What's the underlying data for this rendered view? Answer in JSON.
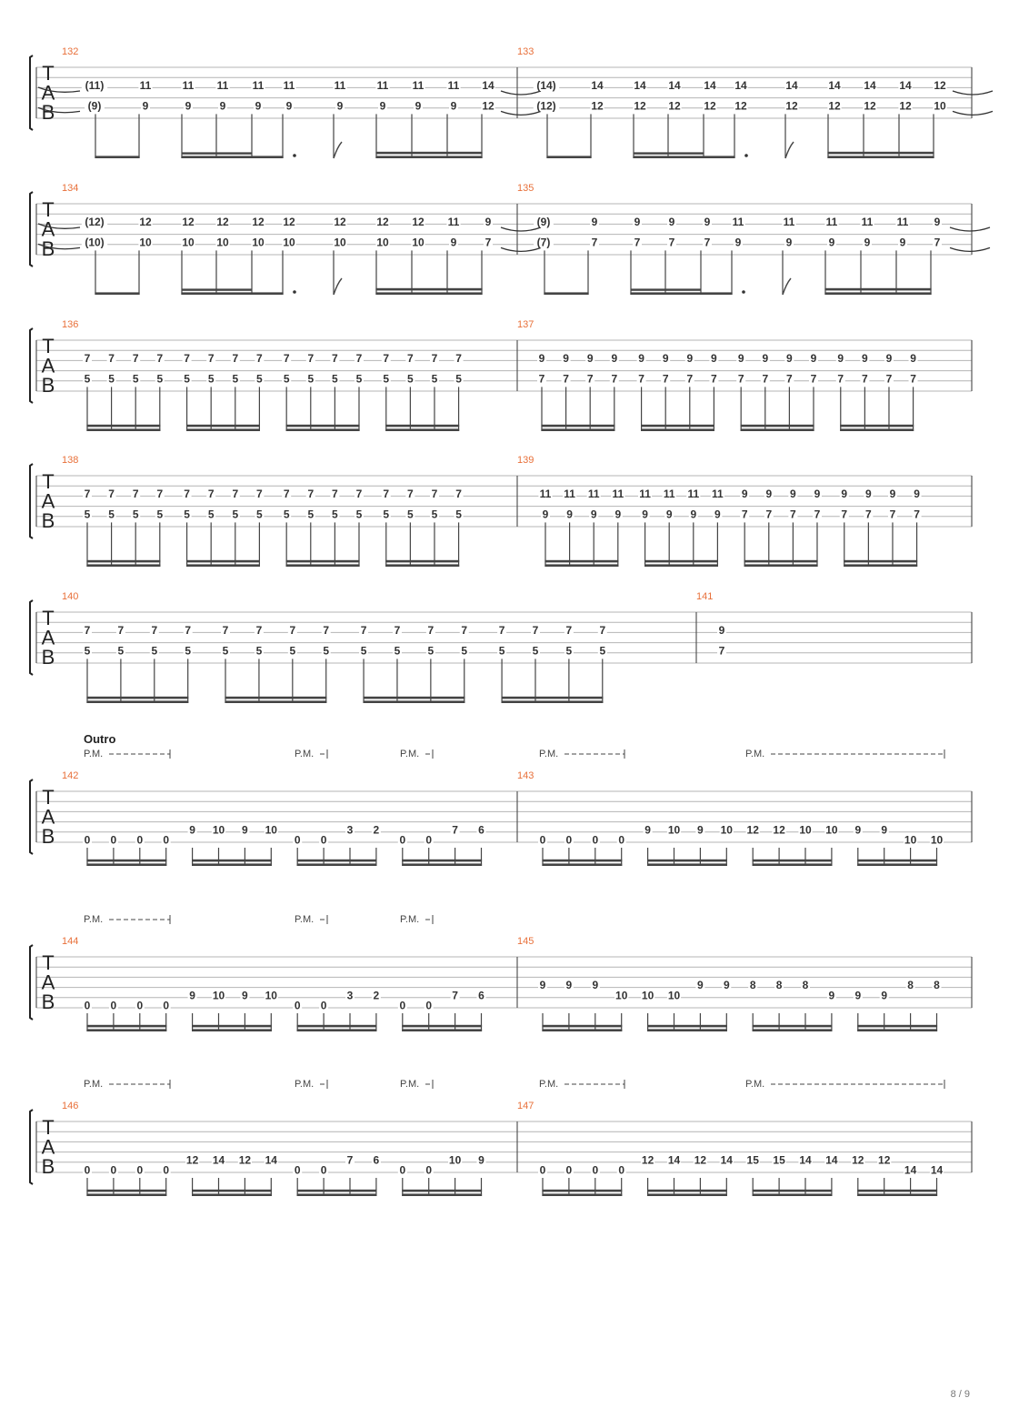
{
  "page": {
    "number": "8 / 9"
  },
  "colors": {
    "measure_number": "#e8703a",
    "staff_line": "#b4b4b4",
    "notation": "#333333",
    "barline": "#555555"
  },
  "tab_clef": [
    "T",
    "A",
    "B"
  ],
  "section_label": "Outro",
  "palm_mute_label": "P.M.",
  "systems": [
    {
      "measures": [
        {
          "number": "132",
          "strings": [
            [
              "(11)",
              "11",
              "11",
              "11",
              "11",
              "11",
              "11",
              "11",
              "11",
              "11",
              "14"
            ],
            [
              "(9)",
              "9",
              "9",
              "9",
              "9",
              "9",
              "9",
              "9",
              "9",
              "9",
              "12"
            ]
          ]
        },
        {
          "number": "133",
          "strings": [
            [
              "(14)",
              "14",
              "14",
              "14",
              "14",
              "14",
              "14",
              "14",
              "14",
              "14",
              "12"
            ],
            [
              "(12)",
              "12",
              "12",
              "12",
              "12",
              "12",
              "12",
              "12",
              "12",
              "12",
              "10"
            ]
          ]
        }
      ]
    },
    {
      "measures": [
        {
          "number": "134",
          "strings": [
            [
              "(12)",
              "12",
              "12",
              "12",
              "12",
              "12",
              "12",
              "12",
              "12",
              "11",
              "9"
            ],
            [
              "(10)",
              "10",
              "10",
              "10",
              "10",
              "10",
              "10",
              "10",
              "10",
              "9",
              "7"
            ]
          ]
        },
        {
          "number": "135",
          "strings": [
            [
              "(9)",
              "9",
              "9",
              "9",
              "9",
              "11",
              "11",
              "11",
              "11",
              "11",
              "9"
            ],
            [
              "(7)",
              "7",
              "7",
              "7",
              "7",
              "9",
              "9",
              "9",
              "9",
              "9",
              "7"
            ]
          ]
        }
      ]
    },
    {
      "measures": [
        {
          "number": "136",
          "strings": [
            [
              "7",
              "7",
              "7",
              "7",
              "7",
              "7",
              "7",
              "7",
              "7",
              "7",
              "7",
              "7",
              "7",
              "7",
              "7",
              "7"
            ],
            [
              "5",
              "5",
              "5",
              "5",
              "5",
              "5",
              "5",
              "5",
              "5",
              "5",
              "5",
              "5",
              "5",
              "5",
              "5",
              "5"
            ]
          ]
        },
        {
          "number": "137",
          "strings": [
            [
              "9",
              "9",
              "9",
              "9",
              "9",
              "9",
              "9",
              "9",
              "9",
              "9",
              "9",
              "9",
              "9",
              "9",
              "9",
              "9"
            ],
            [
              "7",
              "7",
              "7",
              "7",
              "7",
              "7",
              "7",
              "7",
              "7",
              "7",
              "7",
              "7",
              "7",
              "7",
              "7",
              "7"
            ]
          ]
        }
      ]
    },
    {
      "measures": [
        {
          "number": "138",
          "strings": [
            [
              "7",
              "7",
              "7",
              "7",
              "7",
              "7",
              "7",
              "7",
              "7",
              "7",
              "7",
              "7",
              "7",
              "7",
              "7",
              "7"
            ],
            [
              "5",
              "5",
              "5",
              "5",
              "5",
              "5",
              "5",
              "5",
              "5",
              "5",
              "5",
              "5",
              "5",
              "5",
              "5",
              "5"
            ]
          ]
        },
        {
          "number": "139",
          "strings": [
            [
              "11",
              "11",
              "11",
              "11",
              "11",
              "11",
              "11",
              "11",
              "9",
              "9",
              "9",
              "9",
              "9",
              "9",
              "9",
              "9"
            ],
            [
              "9",
              "9",
              "9",
              "9",
              "9",
              "9",
              "9",
              "9",
              "7",
              "7",
              "7",
              "7",
              "7",
              "7",
              "7",
              "7"
            ]
          ]
        }
      ]
    },
    {
      "measures": [
        {
          "number": "140",
          "strings": [
            [
              "7",
              "7",
              "7",
              "7",
              "7",
              "7",
              "7",
              "7",
              "7",
              "7",
              "7",
              "7",
              "7",
              "7",
              "7",
              "7"
            ],
            [
              "5",
              "5",
              "5",
              "5",
              "5",
              "5",
              "5",
              "5",
              "5",
              "5",
              "5",
              "5",
              "5",
              "5",
              "5",
              "5"
            ]
          ]
        },
        {
          "number": "141",
          "strings": [
            [
              "9"
            ],
            [
              "7"
            ]
          ]
        }
      ]
    },
    {
      "measures": [
        {
          "number": "142",
          "upper": [
            "",
            "",
            "",
            "",
            "9",
            "10",
            "9",
            "10",
            "",
            "",
            "3",
            "2",
            "",
            "",
            "7",
            "6"
          ],
          "lower": [
            "0",
            "0",
            "0",
            "0",
            "",
            "",
            "",
            "",
            "0",
            "0",
            "",
            "",
            "0",
            "0",
            "",
            ""
          ]
        },
        {
          "number": "143",
          "upper": [
            "",
            "",
            "",
            "",
            "9",
            "10",
            "9",
            "10",
            "12",
            "12",
            "10",
            "10",
            "9",
            "9",
            "",
            ""
          ],
          "lower": [
            "0",
            "0",
            "0",
            "0",
            "",
            "",
            "",
            "",
            "",
            "",
            "",
            "",
            "",
            "",
            "10",
            "10"
          ]
        }
      ]
    },
    {
      "measures": [
        {
          "number": "144",
          "upper": [
            "",
            "",
            "",
            "",
            "9",
            "10",
            "9",
            "10",
            "",
            "",
            "3",
            "2",
            "",
            "",
            "7",
            "6"
          ],
          "lower": [
            "0",
            "0",
            "0",
            "0",
            "",
            "",
            "",
            "",
            "0",
            "0",
            "",
            "",
            "0",
            "0",
            "",
            ""
          ]
        },
        {
          "number": "145",
          "string3": [
            "9",
            "9",
            "9",
            "",
            "",
            "",
            "9",
            "9",
            "8",
            "8",
            "8",
            "",
            "",
            "",
            "8",
            "8"
          ],
          "upper": [
            "",
            "",
            "",
            "10",
            "10",
            "10",
            "",
            "",
            "",
            "",
            "",
            "9",
            "9",
            "9",
            "",
            ""
          ]
        }
      ]
    },
    {
      "measures": [
        {
          "number": "146",
          "upper": [
            "",
            "",
            "",
            "",
            "12",
            "14",
            "12",
            "14",
            "",
            "",
            "7",
            "6",
            "",
            "",
            "10",
            "9"
          ],
          "lower": [
            "0",
            "0",
            "0",
            "0",
            "",
            "",
            "",
            "",
            "0",
            "0",
            "",
            "",
            "0",
            "0",
            "",
            ""
          ]
        },
        {
          "number": "147",
          "upper": [
            "",
            "",
            "",
            "",
            "12",
            "14",
            "12",
            "14",
            "15",
            "15",
            "14",
            "14",
            "12",
            "12",
            "",
            ""
          ],
          "lower": [
            "0",
            "0",
            "0",
            "0",
            "",
            "",
            "",
            "",
            "",
            "",
            "",
            "",
            "",
            "",
            "14",
            "14"
          ]
        }
      ]
    }
  ]
}
